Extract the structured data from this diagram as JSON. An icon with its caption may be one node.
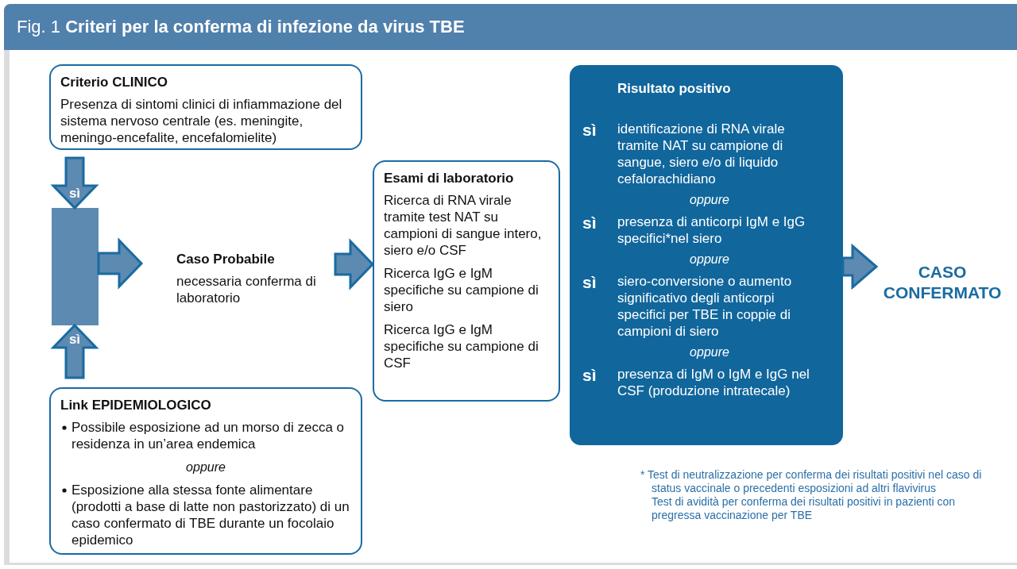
{
  "diagram": {
    "title": "Fig. 1 **Criteri per la conferma di infezione da virus TBE**",
    "nodes": [
      {
        "text": [
          "Criterio CLINICO",
          "Presenza di sintomi clinici di infiammazione del sistema nervoso centrale (es. meningite, meningo-encefalite, encefalomielite)"
        ]
      },
      {
        "text": [],
        "shape": "bar"
      },
      {
        "text": [
          "Caso Probabile",
          "necessaria conferma di laboratorio"
        ]
      },
      {
        "text": [
          "Esami di laboratorio",
          "Ricerca di RNA virale tramite test NAT su campioni di sangue intero, siero e/o CSF",
          "Ricerca IgG e IgM specifiche su campione di siero",
          "Ricerca IgG e IgM specifiche su campione di CSF"
        ]
      },
      {
        "text": [
          "Risultato positivo",
          "sì",
          "identificazione di RNA virale tramite NAT su campione di sangue, siero e/o di liquido cefalorachidiano",
          "oppure",
          "sì",
          "presenza di anticorpi IgM e IgG specifici*nel siero",
          "oppure",
          "sì",
          "siero-conversione o aumento significativo degli anticorpi specifici per TBE in coppie di campioni di siero",
          "oppure",
          "sì",
          "presenza di IgM o IgM e IgG nel CSF (produzione intratecale)"
        ]
      },
      {
        "text": [
          "CASO CONFERMATO"
        ]
      },
      {
        "text": [
          "Link EPIDEMIOLOGICO",
          "Possibile esposizione ad un morso di zecca o residenza in un’area endemica",
          "oppure",
          "Esposizione alla stessa fonte alimentare (prodotti a base di latte non pastorizzato) di un caso confermato di TBE durante un focolaio epidemico"
        ]
      }
    ],
    "edges": [
      {
        "from": 0,
        "to": 1,
        "arrow": "to",
        "label": "sì"
      },
      {
        "from": 6,
        "to": 1,
        "arrow": "to",
        "label": "sì"
      },
      {
        "from": 1,
        "to": 2,
        "arrow": "to"
      },
      {
        "from": 2,
        "to": 3,
        "arrow": "to"
      },
      {
        "from": 4,
        "to": 5,
        "arrow": "to"
      }
    ],
    "labels": [
      "* Test di neutralizzazione per conferma dei risultati positivi nel caso di status vaccinale o precedenti esposizioni ad altri flavivirus",
      "Test di avidità per conferma dei risultati positivi in pazienti con pregressa vaccinazione per TBE"
    ]
  }
}
